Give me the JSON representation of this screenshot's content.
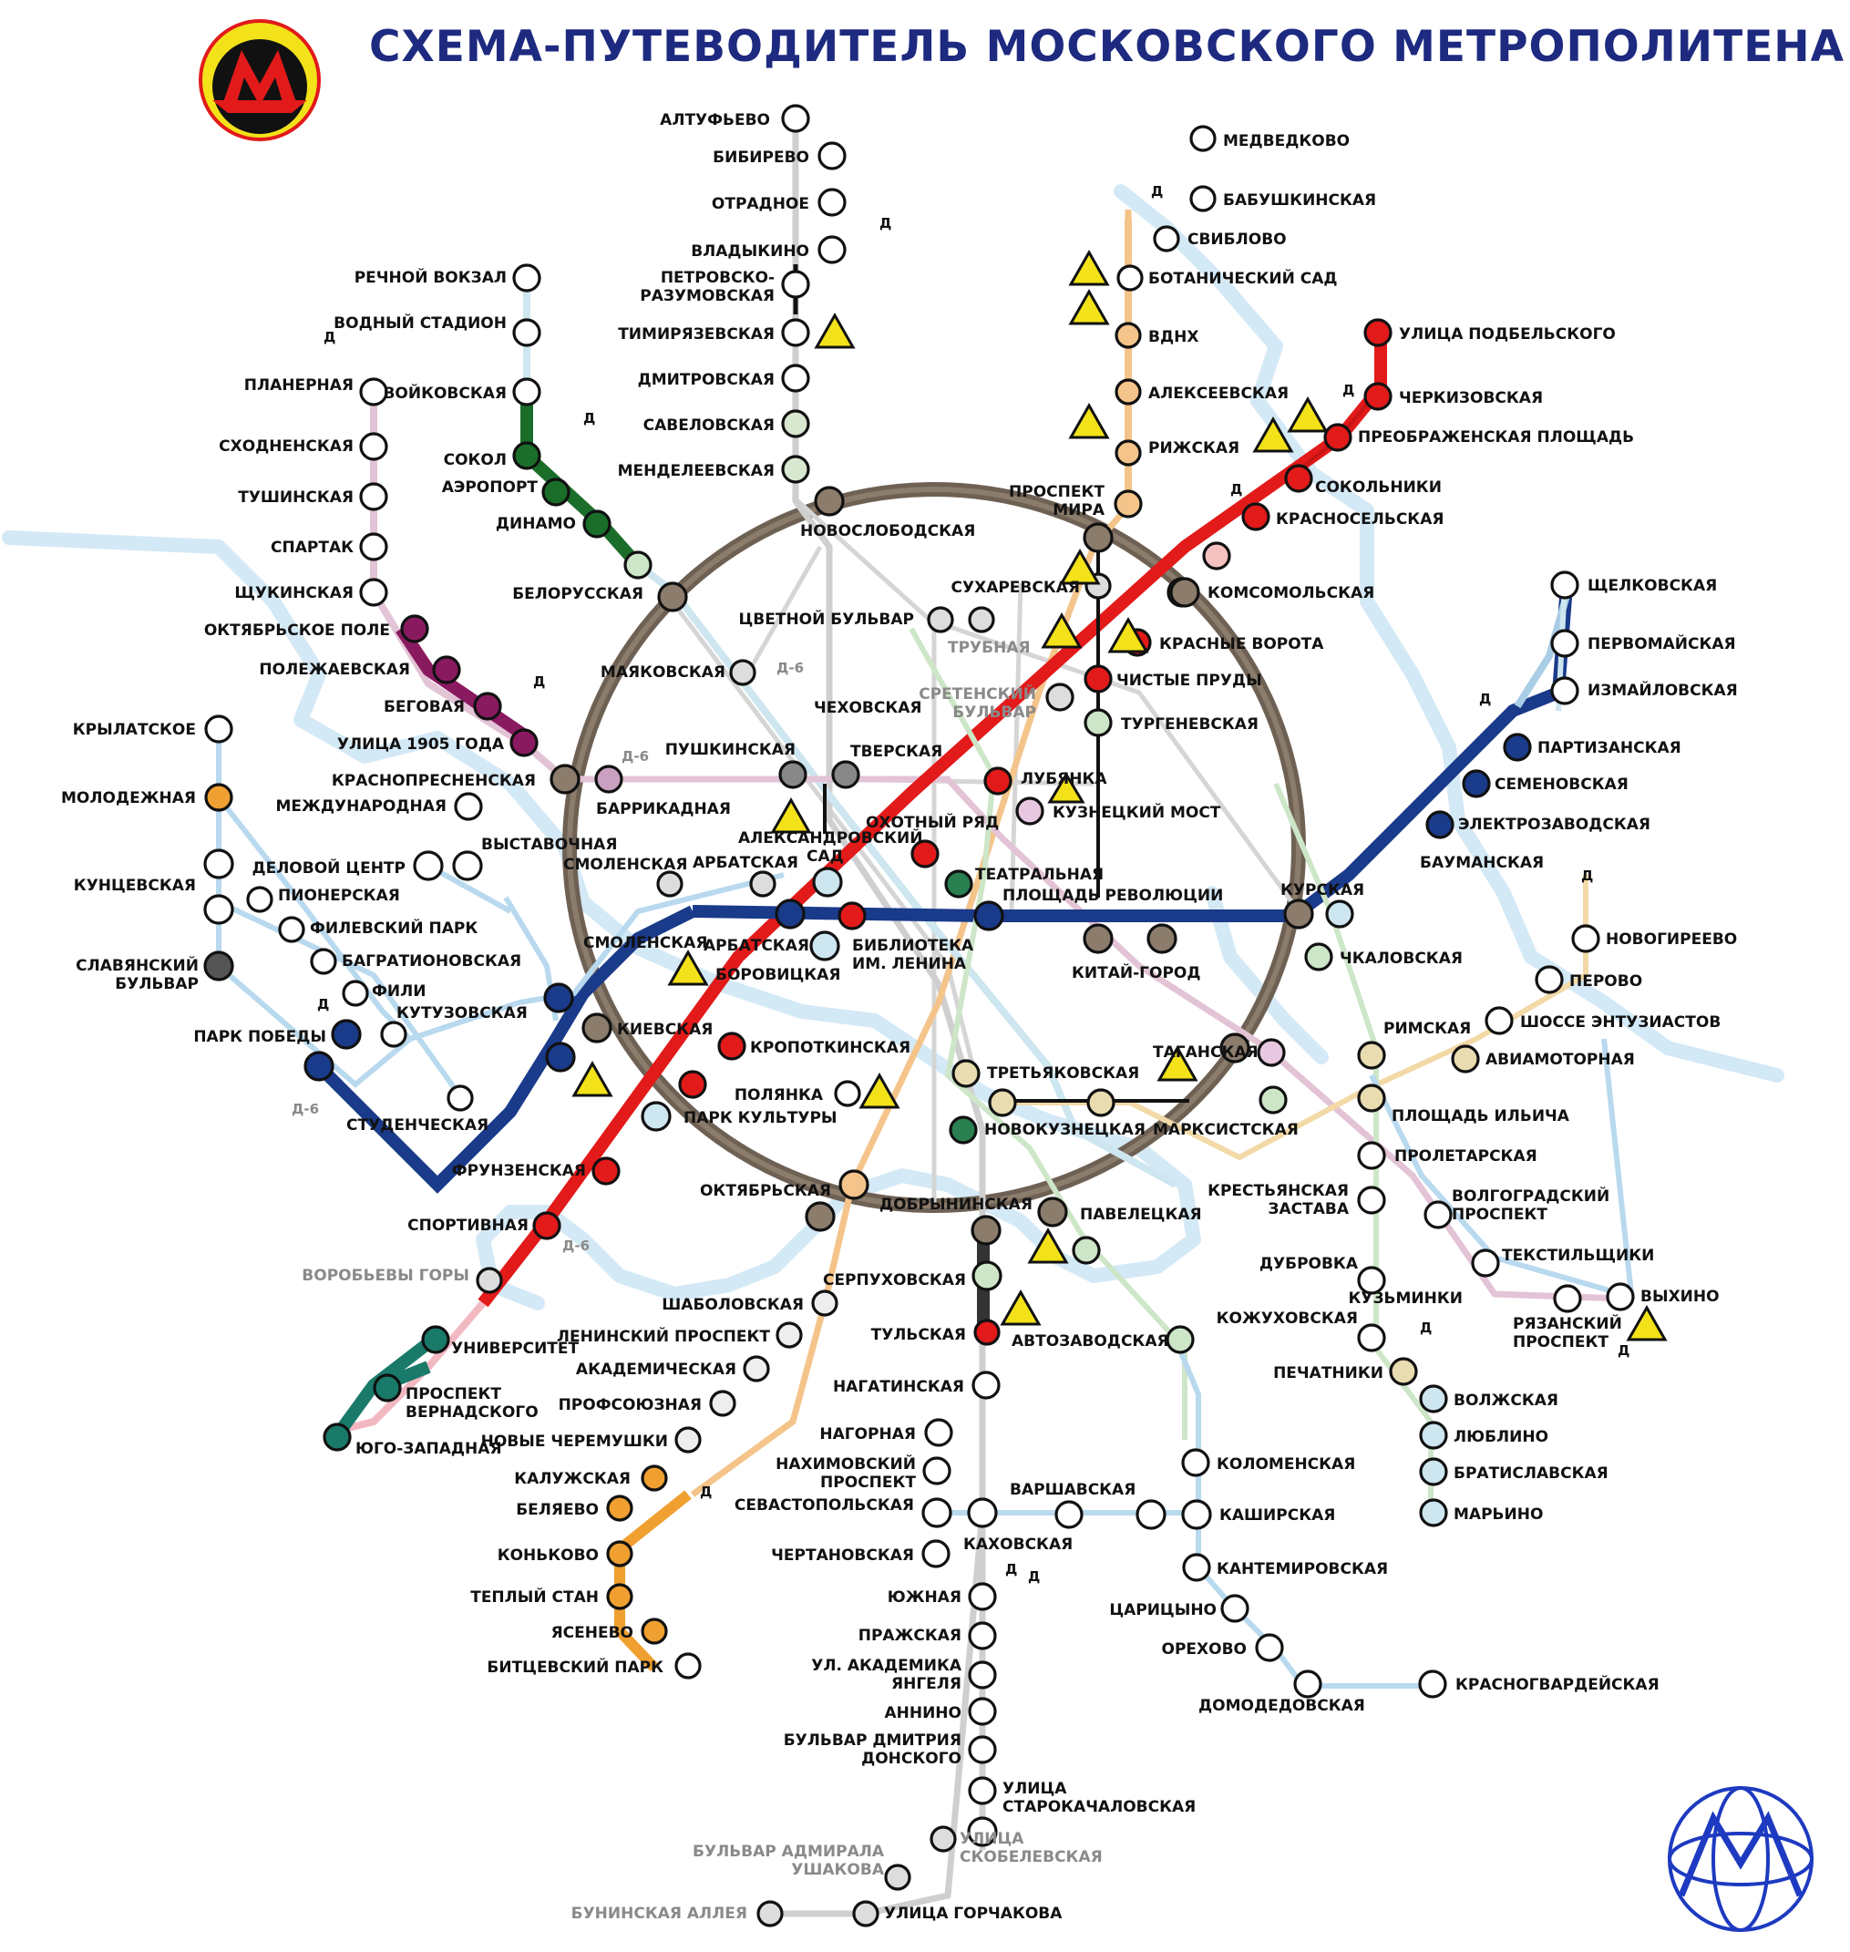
{
  "title": "СХЕМА-ПУТЕВОДИТЕЛЬ МОСКОВСКОГО МЕТРОПОЛИТЕНА",
  "colors": {
    "title": "#1d2a80",
    "ring": "#6b5d4f",
    "red": "#e21a1a",
    "blue": "#1a3a8a",
    "green_zamoskv": "#1a6e2a",
    "purple": "#8a1a60",
    "teal": "#1a7a6a",
    "orange": "#f0a030",
    "grey_line": "#cfcfcf",
    "river": "#cfe6f5",
    "hazard": "#f3e21a"
  },
  "markers": {
    "depot": "Д",
    "depot_6": "Д-6",
    "hazard_icon": "radiation-icon"
  },
  "stations": {
    "altufyevo": "АЛТУФЬЕВО",
    "bibirevo": "БИБИРЕВО",
    "otradnoe": "ОТРАДНОЕ",
    "vladykino": "ВЛАДЫКИНО",
    "petrovsko": "ПЕТРОВСКО-",
    "razumovskaya": "РАЗУМОВСКАЯ",
    "timiryazevskaya": "ТИМИРЯЗЕВСКАЯ",
    "dmitrovskaya": "ДМИТРОВСКАЯ",
    "savelovskaya": "САВЕЛОВСКАЯ",
    "mendeleevskaya": "МЕНДЕЛЕЕВСКАЯ",
    "novoslobodskaya": "НОВОСЛОБОДСКАЯ",
    "tsvetnoy": "ЦВЕТНОЙ БУЛЬВАР",
    "trubnaya": "ТРУБНАЯ",
    "chekhovskaya": "ЧЕХОВСКАЯ",
    "pushkinskaya": "ПУШКИНСКАЯ",
    "tverskaya": "ТВЕРСКАЯ",
    "rechnoy": "РЕЧНОЙ ВОКЗАЛ",
    "vodny": "ВОДНЫЙ СТАДИОН",
    "voykovskaya": "ВОЙКОВСКАЯ",
    "sokol": "СОКОЛ",
    "aeroport": "АЭРОПОРТ",
    "dinamo": "ДИНАМО",
    "belorusskaya": "БЕЛОРУССКАЯ",
    "mayakovskaya": "МАЯКОВСКАЯ",
    "planernaya": "ПЛАНЕРНАЯ",
    "skhodnenskaya": "СХОДНЕНСКАЯ",
    "tushinskaya": "ТУШИНСКАЯ",
    "spartak": "СПАРТАК",
    "shchukinskaya": "ЩУКИНСКАЯ",
    "oktyabrskoe_pole": "ОКТЯБРЬСКОЕ ПОЛЕ",
    "polezhaevskaya": "ПОЛЕЖАЕВСКАЯ",
    "begovaya": "БЕГОВАЯ",
    "ulitsa1905": "УЛИЦА 1905 ГОДА",
    "krasnopresnenskaya": "КРАСНОПРЕСНЕНСКАЯ",
    "barrikadnaya": "БАРРИКАДНАЯ",
    "krylatskoe": "КРЫЛАТСКОЕ",
    "molodezhnaya": "МОЛОДЕЖНАЯ",
    "kuntsevskaya": "КУНЦЕВСКАЯ",
    "slavyansky1": "СЛАВЯНСКИЙ",
    "slavyansky2": "БУЛЬВАР",
    "mezhdunarodnaya": "МЕЖДУНАРОДНАЯ",
    "vystavochnaya": "ВЫСТАВОЧНАЯ",
    "delovoy": "ДЕЛОВОЙ ЦЕНТР",
    "pionerskaya": "ПИОНЕРСКАЯ",
    "filevsky": "ФИЛЕВСКИЙ ПАРК",
    "bagrationovskaya": "БАГРАТИОНОВСКАЯ",
    "fili": "ФИЛИ",
    "kutuzovskaya": "КУТУЗОВСКАЯ",
    "park_pobedy": "ПАРК ПОБЕДЫ",
    "studencheskaya": "СТУДЕНЧЕСКАЯ",
    "kievskaya": "КИЕВСКАЯ",
    "smolenskaya": "СМОЛЕНСКАЯ",
    "arbatskaya": "АРБАТСКАЯ",
    "aleksandrovsky1": "АЛЕКСАНДРОВСКИЙ",
    "aleksandrovsky2": "САД",
    "borovitskaya": "БОРОВИЦКАЯ",
    "biblioteka1": "БИБЛИОТЕКА",
    "biblioteka2": "ИМ. ЛЕНИНА",
    "kropotkinskaya": "КРОПОТКИНСКАЯ",
    "park_kultury": "ПАРК КУЛЬТУРЫ",
    "frunzenskaya": "ФРУНЗЕНСКАЯ",
    "sportivnaya": "СПОРТИВНАЯ",
    "vorobyovy": "ВОРОБЬЕВЫ ГОРЫ",
    "universitet": "УНИВЕРСИТЕТ",
    "prospekt_vern1": "ПРОСПЕКТ",
    "prospekt_vern2": "ВЕРНАДСКОГО",
    "yugo_zapadnaya": "ЮГО-ЗАПАДНАЯ",
    "polyanka": "ПОЛЯНКА",
    "oktyabrskaya": "ОКТЯБРЬСКАЯ",
    "dobryninskaya": "ДОБРЫНИНСКАЯ",
    "serpukhovskaya": "СЕРПУХОВСКАЯ",
    "shabolovskaya": "ШАБОЛОВСКАЯ",
    "leninsky": "ЛЕНИНСКИЙ ПРОСПЕКТ",
    "akademicheskaya": "АКАДЕМИЧЕСКАЯ",
    "profsoyuznaya": "ПРОФСОЮЗНАЯ",
    "novye_cheremushki": "НОВЫЕ ЧЕРЕМУШКИ",
    "kaluzhskaya": "КАЛУЖСКАЯ",
    "belyaevo": "БЕЛЯЕВО",
    "konkovo": "КОНЬКОВО",
    "tyoply_stan": "ТЕПЛЫЙ СТАН",
    "yasenevo": "ЯСЕНЕВО",
    "bittsevsky": "БИТЦЕВСКИЙ ПАРК",
    "tulskaya": "ТУЛЬСКАЯ",
    "nagatinskaya": "НАГАТИНСКАЯ",
    "nagornaya": "НАГОРНАЯ",
    "nakhimovsky1": "НАХИМОВСКИЙ",
    "nakhimovsky2": "ПРОСПЕКТ",
    "sevastopolskaya": "СЕВАСТОПОЛЬСКАЯ",
    "chertanovskaya": "ЧЕРТАНОВСКАЯ",
    "yuzhnaya": "ЮЖНАЯ",
    "prazhskaya": "ПРАЖСКАЯ",
    "yangelya1": "УЛ. АКАДЕМИКА",
    "yangelya2": "ЯНГЕЛЯ",
    "annino": "АННИНО",
    "donskoy1": "БУЛЬВАР ДМИТРИЯ",
    "donskoy2": "ДОНСКОГО",
    "starokach1": "УЛИЦА",
    "starokach2": "СТАРОКАЧАЛОВСКАЯ",
    "skobelevskaya1": "УЛИЦА",
    "skobelevskaya2": "СКОБЕЛЕВСКАЯ",
    "ushakova1": "БУЛЬВАР АДМИРАЛА",
    "ushakova2": "УШАКОВА",
    "buninskaya": "БУНИНСКАЯ АЛЛЕЯ",
    "gorchakova": "УЛИЦА ГОРЧАКОВА",
    "varshavskaya": "ВАРШАВСКАЯ",
    "kakhovskaya": "КАХОВСКАЯ",
    "kashirskaya": "КАШИРСКАЯ",
    "kolomenskaya": "КОЛОМЕНСКАЯ",
    "avtozavodskaya": "АВТОЗАВОДСКАЯ",
    "paveletskaya": "ПАВЕЛЕЦКАЯ",
    "kantemirovskaya": "КАНТЕМИРОВСКАЯ",
    "tsaritsyno": "ЦАРИЦЫНО",
    "orekhovo": "ОРЕХОВО",
    "domodedovskaya": "ДОМОДЕДОВСКАЯ",
    "krasnogvardeyskaya": "КРАСНОГВАРДЕЙСКАЯ",
    "tretyakovskaya": "ТРЕТЬЯКОВСКАЯ",
    "novokuznetskaya": "НОВОКУЗНЕЦКАЯ",
    "taganskaya": "ТАГАНСКАЯ",
    "marksistskaya": "МАРКСИСТСКАЯ",
    "kitay_gorod": "КИТАЙ-ГОРОД",
    "ploshchad_rev": "ПЛОЩАДЬ РЕВОЛЮЦИИ",
    "teatralnaya": "ТЕАТРАЛЬНАЯ",
    "okhotny": "ОХОТНЫЙ РЯД",
    "lubyanka": "ЛУБЯНКА",
    "kuznetsky": "КУЗНЕЦКИЙ МОСТ",
    "chistye_prudy": "ЧИСТЫЕ ПРУДЫ",
    "turgenevskaya": "ТУРГЕНЕВСКАЯ",
    "sretensky1": "СРЕТЕНСКИЙ",
    "sretensky2": "БУЛЬВАР",
    "sukharevskaya": "СУХАРЕВСКАЯ",
    "krasnye_vorota": "КРАСНЫЕ ВОРОТА",
    "komsomolskaya": "КОМСОМОЛЬСКАЯ",
    "krasnoselskaya": "КРАСНОСЕЛЬСКАЯ",
    "sokolniki": "СОКОЛЬНИКИ",
    "preobrazhenskaya": "ПРЕОБРАЖЕНСКАЯ ПЛОЩАДЬ",
    "cherkizovskaya": "ЧЕРКИЗОВСКАЯ",
    "podbelskogo": "УЛИЦА ПОДБЕЛЬСКОГО",
    "prospekt_mira1": "ПРОСПЕКТ",
    "prospekt_mira2": "МИРА",
    "rizhskaya": "РИЖСКАЯ",
    "alekseevskaya": "АЛЕКСЕЕВСКАЯ",
    "vdnkh": "ВДНХ",
    "botanichesky": "БОТАНИЧЕСКИЙ САД",
    "sviblovo": "СВИБЛОВО",
    "babushkinskaya": "БАБУШКИНСКАЯ",
    "medvedkovo": "МЕДВЕДКОВО",
    "shchelkovskaya": "ЩЕЛКОВСКАЯ",
    "pervomayskaya": "ПЕРВОМАЙСКАЯ",
    "izmaylovskaya": "ИЗМАЙЛОВСКАЯ",
    "partizanskaya": "ПАРТИЗАНСКАЯ",
    "semenovskaya": "СЕМЕНОВСКАЯ",
    "elektrozavodskaya": "ЭЛЕКТРОЗАВОДСКАЯ",
    "baumanskaya": "БАУМАНСКАЯ",
    "kurskaya": "КУРСКАЯ",
    "chkalovskaya": "ЧКАЛОВСКАЯ",
    "novogireevo": "НОВОГИРЕЕВО",
    "perovo": "ПЕРОВО",
    "shosse": "ШОССЕ ЭНТУЗИАСТОВ",
    "aviamotornaya": "АВИАМОТОРНАЯ",
    "rimskaya": "РИМСКАЯ",
    "ploshchad_ilyicha": "ПЛОЩАДЬ ИЛЬИЧА",
    "proletarskaya": "ПРОЛЕТАРСКАЯ",
    "krestyanskaya1": "КРЕСТЬЯНСКАЯ",
    "krestyanskaya2": "ЗАСТАВА",
    "volgogradsky1": "ВОЛГОГРАДСКИЙ",
    "volgogradsky2": "ПРОСПЕКТ",
    "tekstilshchiki": "ТЕКСТИЛЬЩИКИ",
    "kuzminki": "КУЗЬМИНКИ",
    "ryazansky1": "РЯЗАНСКИЙ",
    "ryazansky2": "ПРОСПЕКТ",
    "vykhino": "ВЫХИНО",
    "dubrovka": "ДУБРОВКА",
    "kozhukhovskaya": "КОЖУХОВСКАЯ",
    "pechatniki": "ПЕЧАТНИКИ",
    "volzhskaya": "ВОЛЖСКАЯ",
    "lyublino": "ЛЮБЛИНО",
    "bratislavskaya": "БРАТИСЛАВСКАЯ",
    "maryino": "МАРЬИНО"
  }
}
